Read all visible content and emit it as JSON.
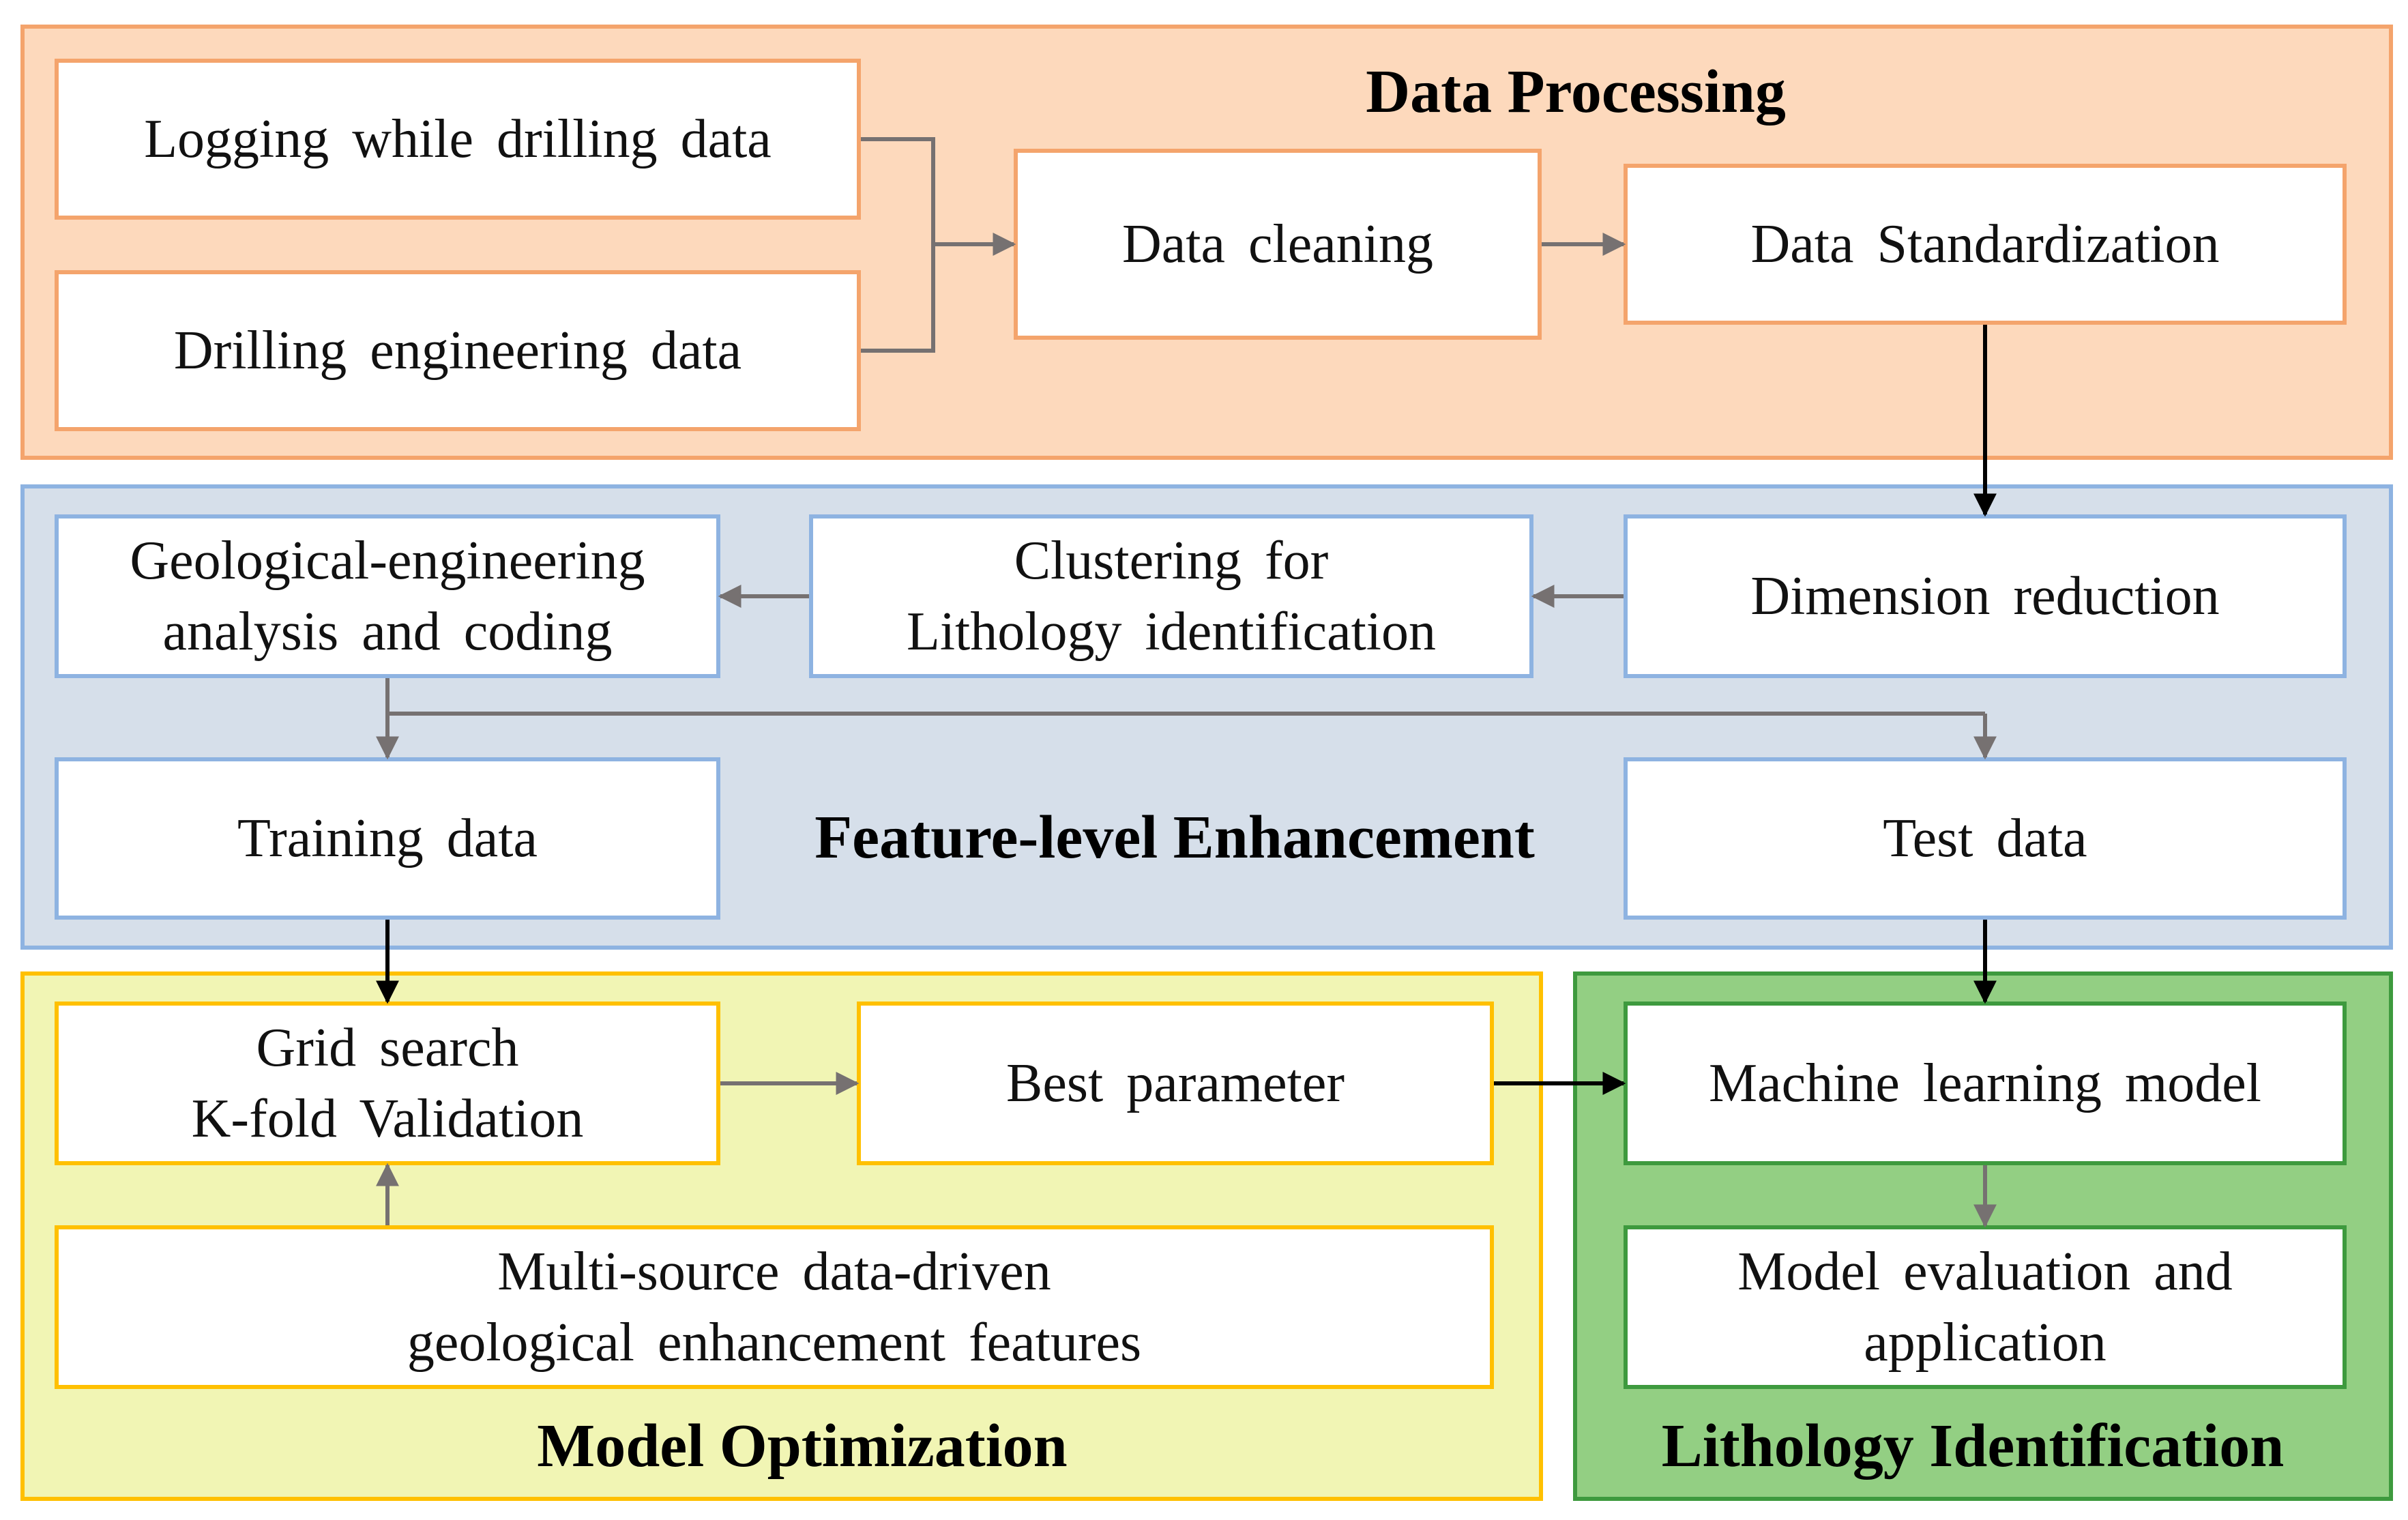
{
  "panels": {
    "data_processing": {
      "title": "Data Processing",
      "fill": "#FDD9BC",
      "border": "#F4A46C"
    },
    "feature_enhancement": {
      "title": "Feature-level Enhancement",
      "fill": "#D6DFEA",
      "border": "#8EB3E1"
    },
    "model_optimization": {
      "title": "Model Optimization",
      "fill": "#F1F5B4",
      "border": "#FFC000"
    },
    "lithology_identification": {
      "title": "Lithology Identification",
      "fill": "#93CF83",
      "border": "#3E9A3E"
    }
  },
  "nodes": {
    "lwd": {
      "lines": [
        "Logging while drilling data"
      ]
    },
    "drilling": {
      "lines": [
        "Drilling engineering data"
      ]
    },
    "cleaning": {
      "lines": [
        "Data cleaning"
      ]
    },
    "standardization": {
      "lines": [
        "Data Standardization"
      ]
    },
    "geo_coding": {
      "lines": [
        "Geological-engineering",
        "analysis and coding"
      ]
    },
    "clustering": {
      "lines": [
        "Clustering for",
        "Lithology identification"
      ]
    },
    "dim_reduction": {
      "lines": [
        "Dimension reduction"
      ]
    },
    "training": {
      "lines": [
        "Training data"
      ]
    },
    "test": {
      "lines": [
        "Test data"
      ]
    },
    "grid_search": {
      "lines": [
        "Grid search",
        "K-fold Validation"
      ]
    },
    "best_param": {
      "lines": [
        "Best parameter"
      ]
    },
    "multi_source": {
      "lines": [
        "Multi-source data-driven",
        "geological enhancement features"
      ]
    },
    "ml_model": {
      "lines": [
        "Machine learning model"
      ]
    },
    "evaluation": {
      "lines": [
        "Model evaluation and",
        "application"
      ]
    }
  },
  "colors": {
    "gray_arrow": "#767171",
    "black_arrow": "#000000"
  }
}
